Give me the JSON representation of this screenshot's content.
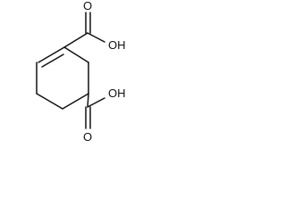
{
  "molecule": {
    "labels": {
      "oh_upper": "OH",
      "oh_lower": "OH",
      "o_upper": "O",
      "o_lower": "O"
    }
  }
}
